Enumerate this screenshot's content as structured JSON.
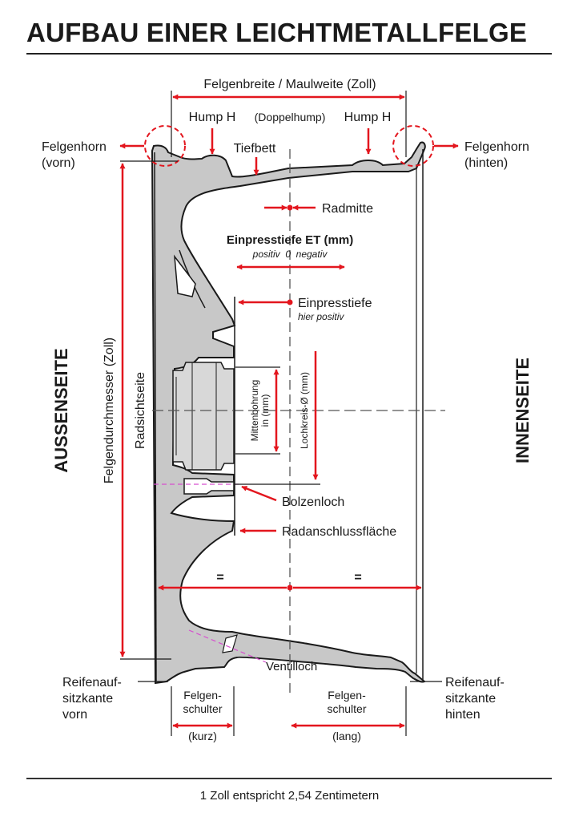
{
  "title": "AUFBAU EINER LEICHTMETALLFELGE",
  "footer": "1 Zoll entspricht 2,54 Zentimetern",
  "colors": {
    "accent": "#e3161e",
    "rim_fill": "#c8c8c8",
    "outline": "#1a1a1a",
    "valve_line": "#d64fcf"
  },
  "sides": {
    "outer": "AUSSENSEITE",
    "inner": "INNENSEITE"
  },
  "labels": {
    "felgenbreite": "Felgenbreite / Maulweite (Zoll)",
    "hump_left": "Hump H",
    "doppelhump": "(Doppelhump)",
    "hump_right": "Hump H",
    "tiefbett": "Tiefbett",
    "felgenhorn_vorn_1": "Felgenhorn",
    "felgenhorn_vorn_2": "(vorn)",
    "felgenhorn_hinten_1": "Felgenhorn",
    "felgenhorn_hinten_2": "(hinten)",
    "radmitte": "Radmitte",
    "et_title": "Einpresstiefe ET (mm)",
    "et_scale": "positiv  0  negativ",
    "einpresstiefe": "Einpresstiefe",
    "hier_positiv": "hier positiv",
    "felgendurchmesser": "Felgendurchmesser (Zoll)",
    "radsichtseite": "Radsichtseite",
    "mittenbohrung_1": "Mittenbohrung",
    "mittenbohrung_2": "in (mm)",
    "lochkreis": "Lochkreis-Ø (mm)",
    "bolzenloch": "Bolzenloch",
    "radanschluss": "Radanschlussfläche",
    "equal_left": "=",
    "equal_right": "=",
    "ventilloch": "Ventilloch",
    "reifen_vorn_1": "Reifenauf-",
    "reifen_vorn_2": "sitzkante",
    "reifen_vorn_3": "vorn",
    "reifen_hinten_1": "Reifenauf-",
    "reifen_hinten_2": "sitzkante",
    "reifen_hinten_3": "hinten",
    "schulter_kurz_1": "Felgen-",
    "schulter_kurz_2": "schulter",
    "schulter_kurz_3": "(kurz)",
    "schulter_lang_1": "Felgen-",
    "schulter_lang_2": "schulter",
    "schulter_lang_3": "(lang)"
  }
}
